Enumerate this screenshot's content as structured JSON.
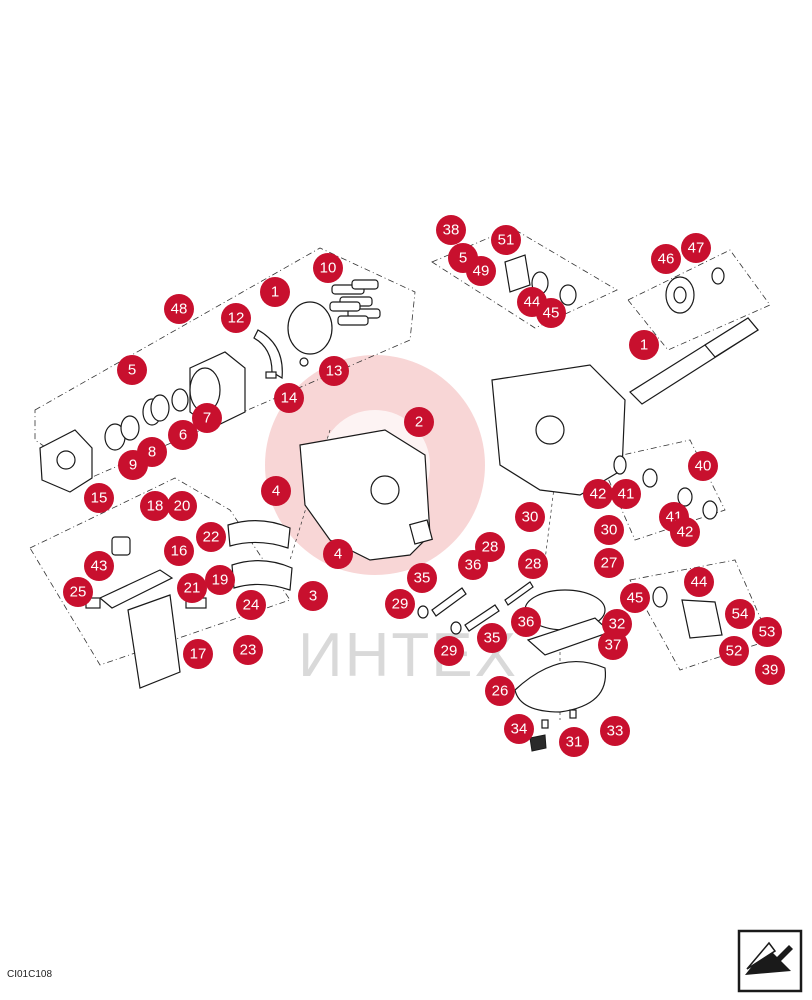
{
  "watermark": {
    "text": "ИНТЕХ"
  },
  "figure_code": "CI01C108",
  "colors": {
    "callout": "#c8102e",
    "watermark": "#f2b4b4",
    "ink": "#1a1a1a"
  },
  "icons": {
    "nav": "next-page-arrow-icon"
  },
  "callouts": [
    "1",
    "1",
    "2",
    "3",
    "4",
    "4",
    "5",
    "5",
    "6",
    "7",
    "8",
    "9",
    "10",
    "12",
    "13",
    "14",
    "15",
    "16",
    "17",
    "18",
    "19",
    "20",
    "21",
    "22",
    "23",
    "24",
    "25",
    "26",
    "27",
    "28",
    "28",
    "29",
    "29",
    "30",
    "30",
    "31",
    "32",
    "33",
    "34",
    "35",
    "35",
    "36",
    "36",
    "37",
    "38",
    "39",
    "40",
    "41",
    "41",
    "42",
    "42",
    "43",
    "44",
    "44",
    "45",
    "45",
    "46",
    "47",
    "48",
    "49",
    "51",
    "52",
    "53",
    "54"
  ]
}
